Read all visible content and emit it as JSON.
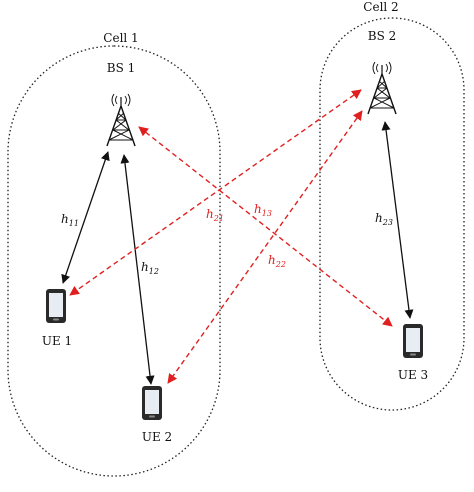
{
  "cells": [
    {
      "id": "cell1",
      "label": "Cell 1",
      "base_station": "BS 1",
      "users": [
        "UE 1",
        "UE 2"
      ]
    },
    {
      "id": "cell2",
      "label": "Cell 2",
      "base_station": "BS 2",
      "users": [
        "UE 3"
      ]
    }
  ],
  "channels": {
    "h11": {
      "symbol": "h",
      "subscript": "11",
      "type": "direct"
    },
    "h12": {
      "symbol": "h",
      "subscript": "12",
      "type": "direct"
    },
    "h23": {
      "symbol": "h",
      "subscript": "23",
      "type": "direct"
    },
    "h21": {
      "symbol": "h",
      "subscript": "21",
      "type": "interference"
    },
    "h13": {
      "symbol": "h",
      "subscript": "13",
      "type": "interference"
    },
    "h22": {
      "symbol": "h",
      "subscript": "22",
      "type": "interference"
    }
  },
  "colors": {
    "direct_link": "#111111",
    "interference_link": "#e02020",
    "cell_boundary": "#222222",
    "device": "#2a2a2a",
    "screen": "#e8edf4"
  }
}
